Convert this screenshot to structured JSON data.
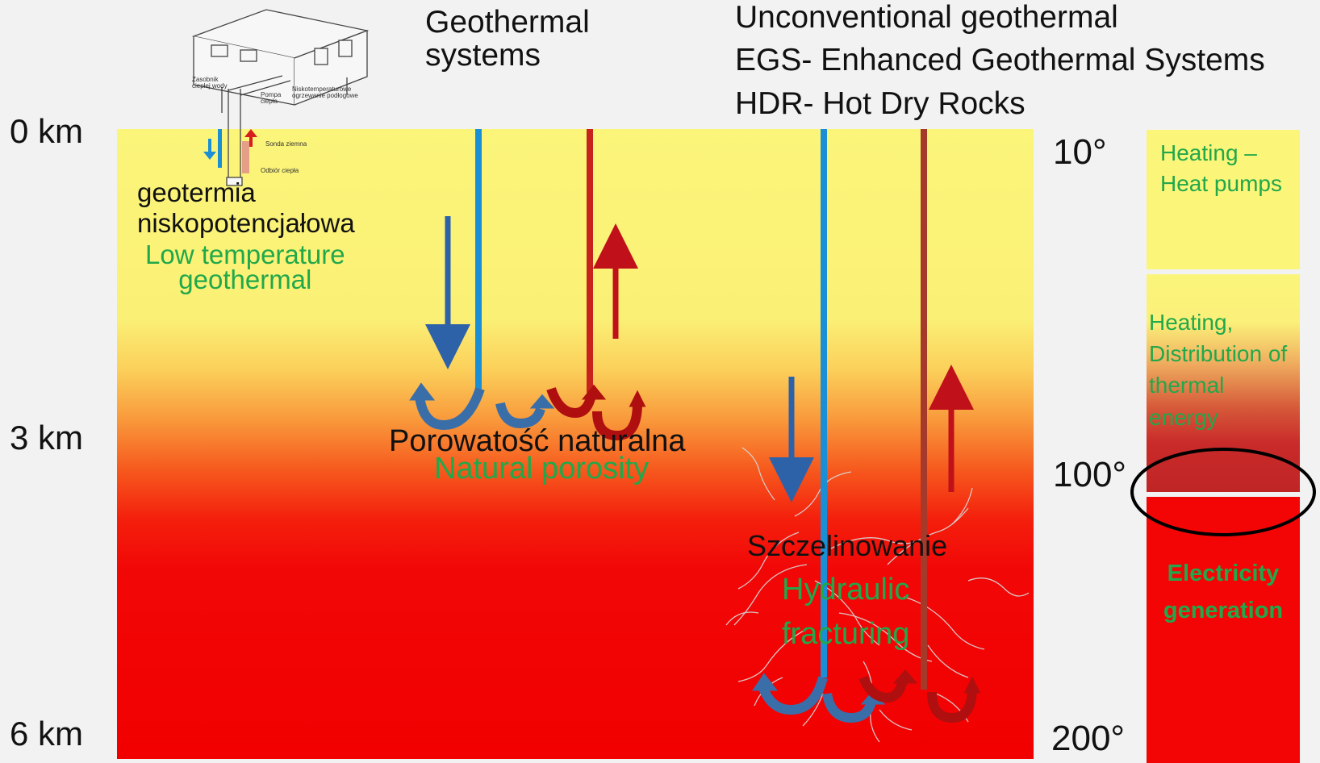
{
  "depth_labels": [
    "0 km",
    "3 km",
    "6 km"
  ],
  "temperature_labels": [
    "10°",
    "100°",
    "200°"
  ],
  "headings": {
    "geothermal_line1": "Geothermal",
    "geothermal_line2": "systems",
    "unconventional": "Unconventional geothermal",
    "egs": "EGS- Enhanced Geothermal Systems",
    "hdr": "HDR- Hot Dry Rocks"
  },
  "low_temp": {
    "polish_line1": "geotermia",
    "polish_line2": "niskopotencjałowa",
    "english_line1": "Low temperature",
    "english_line2": "geothermal"
  },
  "natural": {
    "polish": "Porowatość naturalna",
    "english": "Natural porosity"
  },
  "fracturing": {
    "polish": "Szczelinowanie",
    "english_line1": "Hydraulic",
    "english_line2": "fracturing"
  },
  "uses": {
    "box1_line1": "Heating –",
    "box1_line2": "Heat pumps",
    "box2_line1": "Heating,",
    "box2_line2": "Distribution of",
    "box2_line3": "thermal",
    "box2_line4": "energy",
    "box3_line1": "Electricity",
    "box3_line2": "generation"
  },
  "house_labels": {
    "storage": "Zasobnik",
    "storage2": "ciepłej wody",
    "pump": "Pompa",
    "pump2": "ciepła",
    "floor": "Niskotemperaturowe",
    "floor2": "ogrzewanie podłogowe",
    "probe": "Sonda ziemna",
    "heat": "Odbiór ciepła"
  },
  "colors": {
    "cold_pipe": "#1a8fd6",
    "hot_pipe": "#c8221c",
    "cold_arrow": "#2e62a8",
    "hot_arrow": "#c0101a",
    "label_green": "#21a84a"
  }
}
